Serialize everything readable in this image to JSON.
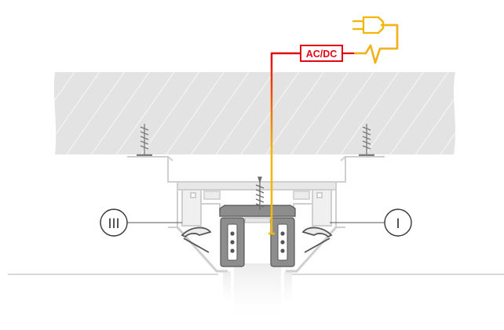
{
  "diagram": {
    "psu_label": "AC/DC",
    "markers": {
      "left": "III",
      "right": "I"
    },
    "colors": {
      "ceiling_fill": "#e3e3e3",
      "hatch": "#ffffff",
      "profile_light": "#e6e6e6",
      "profile_stroke": "#c9c9c9",
      "track_fill": "#8d8d8d",
      "track_dark": "#555555",
      "wire_red": "#e30613",
      "wire_yellow": "#f2b705",
      "psu_text": "#e30613",
      "marker_stroke": "#333333",
      "screw": "#6a6a6a"
    }
  }
}
